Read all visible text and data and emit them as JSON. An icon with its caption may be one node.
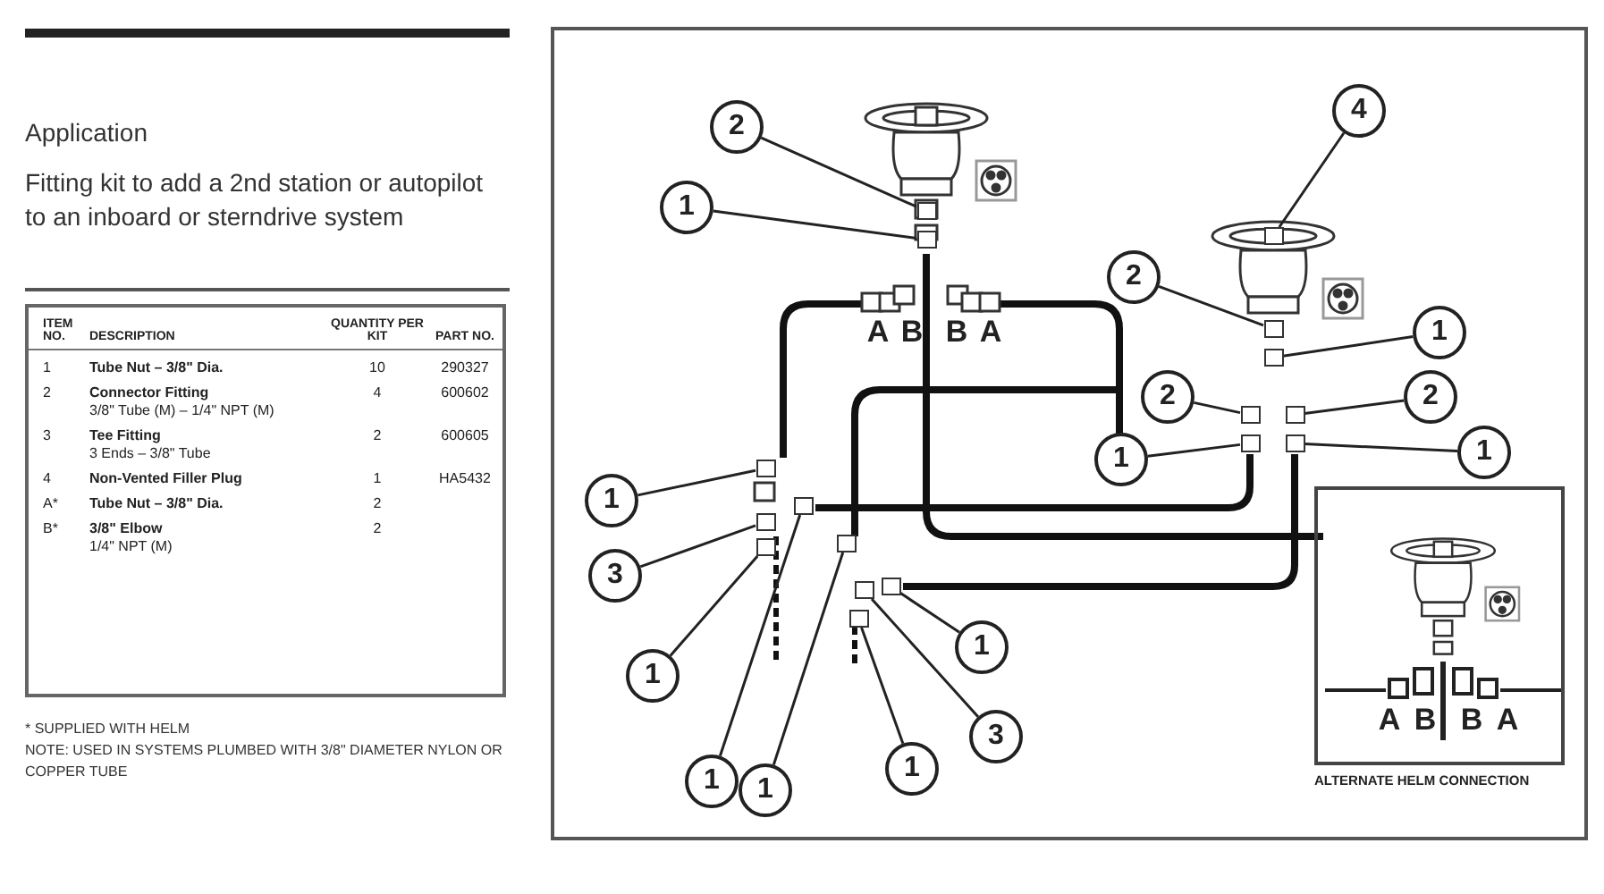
{
  "diagram": {
    "nodes": [
      {
        "text": [
          "2"
        ]
      },
      {
        "text": [
          "1"
        ]
      },
      {
        "text": [
          "4"
        ]
      },
      {
        "text": [
          "2"
        ]
      },
      {
        "text": [
          "1"
        ]
      },
      {
        "text": [
          "2"
        ]
      },
      {
        "text": [
          "2"
        ]
      },
      {
        "text": [
          "1"
        ]
      },
      {
        "text": [
          "1"
        ]
      },
      {
        "text": [
          "1"
        ]
      },
      {
        "text": [
          "3"
        ]
      },
      {
        "text": [
          "1"
        ]
      },
      {
        "text": [
          "1"
        ]
      },
      {
        "text": [
          "1"
        ]
      },
      {
        "text": [
          "1"
        ]
      },
      {
        "text": [
          "3"
        ]
      },
      {
        "text": [
          "1"
        ]
      },
      {
        "text": [
          "ALTERNATE HELM CONNECTION"
        ]
      },
      {
        "text": [],
        "shape": "box"
      },
      {
        "text": [],
        "shape": "box"
      },
      {
        "text": [],
        "shape": "box"
      },
      {
        "text": [],
        "shape": "box"
      },
      {
        "text": [],
        "shape": "box"
      },
      {
        "text": [],
        "shape": "box"
      },
      {
        "text": [],
        "shape": "box"
      },
      {
        "text": [],
        "shape": "box"
      },
      {
        "text": [],
        "shape": "box"
      },
      {
        "text": [],
        "shape": "box"
      },
      {
        "text": [],
        "shape": "box"
      },
      {
        "text": [],
        "shape": "box"
      },
      {
        "text": [],
        "shape": "box"
      },
      {
        "text": [],
        "shape": "box"
      },
      {
        "text": [],
        "shape": "box"
      },
      {
        "text": [],
        "shape": "box"
      },
      {
        "text": [],
        "shape": "box"
      }
    ],
    "edges": [
      {
        "from": 0,
        "to": 18,
        "arrow": "none"
      },
      {
        "from": 1,
        "to": 19,
        "arrow": "none"
      },
      {
        "from": 2,
        "to": 20,
        "arrow": "none"
      },
      {
        "from": 3,
        "to": 21,
        "arrow": "none"
      },
      {
        "from": 4,
        "to": 22,
        "arrow": "none"
      },
      {
        "from": 5,
        "to": 23,
        "arrow": "none"
      },
      {
        "from": 6,
        "to": 24,
        "arrow": "none"
      },
      {
        "from": 7,
        "to": 25,
        "arrow": "none"
      },
      {
        "from": 8,
        "to": 26,
        "arrow": "none"
      },
      {
        "from": 9,
        "to": 27,
        "arrow": "none"
      },
      {
        "from": 10,
        "to": 28,
        "arrow": "none"
      },
      {
        "from": 11,
        "to": 29,
        "arrow": "none"
      },
      {
        "from": 12,
        "to": 30,
        "arrow": "none"
      },
      {
        "from": 13,
        "to": 31,
        "arrow": "none"
      },
      {
        "from": 14,
        "to": 32,
        "arrow": "none"
      },
      {
        "from": 15,
        "to": 33,
        "arrow": "none"
      },
      {
        "from": 16,
        "to": 34,
        "arrow": "none"
      }
    ],
    "labels": [
      "Application",
      "Fitting kit to add a 2nd station or autopilot to an inboard or sterndrive system",
      "ITEM NO.",
      "DESCRIPTION",
      "QUANTITY PER KIT",
      "PART NO.",
      "1",
      "Tube Nut – 3/8\" Dia.",
      "10",
      "290327",
      "2",
      "Connector Fitting",
      "3/8\" Tube (M) – 1/4\" NPT (M)",
      "4",
      "600602",
      "3",
      "Tee Fitting",
      "3 Ends – 3/8\" Tube",
      "2",
      "600605",
      "4",
      "Non-Vented Filler Plug",
      "1",
      "HA5432",
      "A*",
      "Tube Nut – 3/8\" Dia.",
      "2",
      "B*",
      "3/8\" Elbow",
      "1/4\" NPT (M)",
      "2",
      "* SUPPLIED WITH HELM",
      "NOTE: USED IN SYSTEMS PLUMBED WITH 3/8\" DIAMETER NYLON OR COPPER TUBE",
      "A",
      "B",
      "B",
      "A",
      "A",
      "B",
      "B",
      "A"
    ]
  }
}
